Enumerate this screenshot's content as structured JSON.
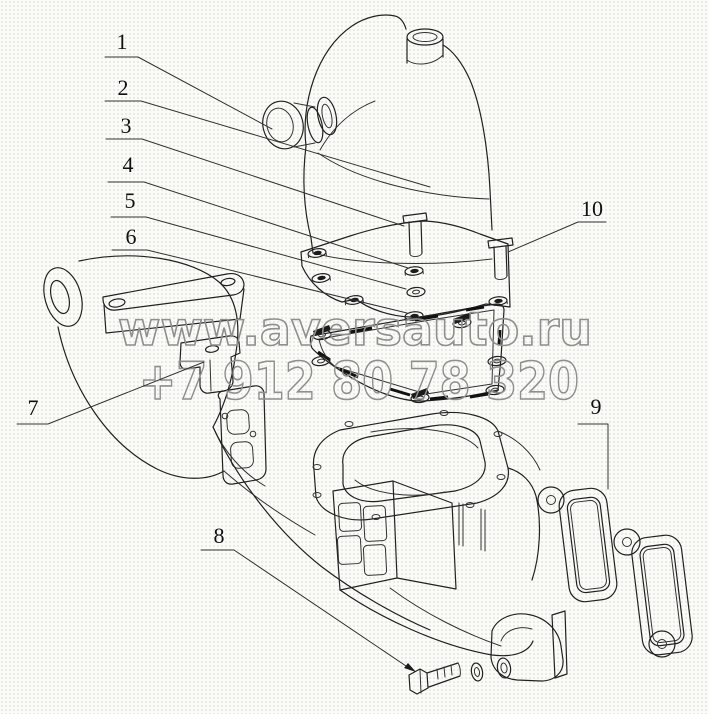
{
  "watermark": {
    "line1": "www.aversauto.ru",
    "line2": "+7 912 80 78 320",
    "color": "#8f8f8f"
  },
  "callouts": [
    {
      "label": "1"
    },
    {
      "label": "2"
    },
    {
      "label": "3"
    },
    {
      "label": "4"
    },
    {
      "label": "5"
    },
    {
      "label": "6"
    },
    {
      "label": "7"
    },
    {
      "label": "8"
    },
    {
      "label": "9"
    },
    {
      "label": "10"
    }
  ],
  "colors": {
    "line": "#222222",
    "background": "#fbfbf8"
  }
}
